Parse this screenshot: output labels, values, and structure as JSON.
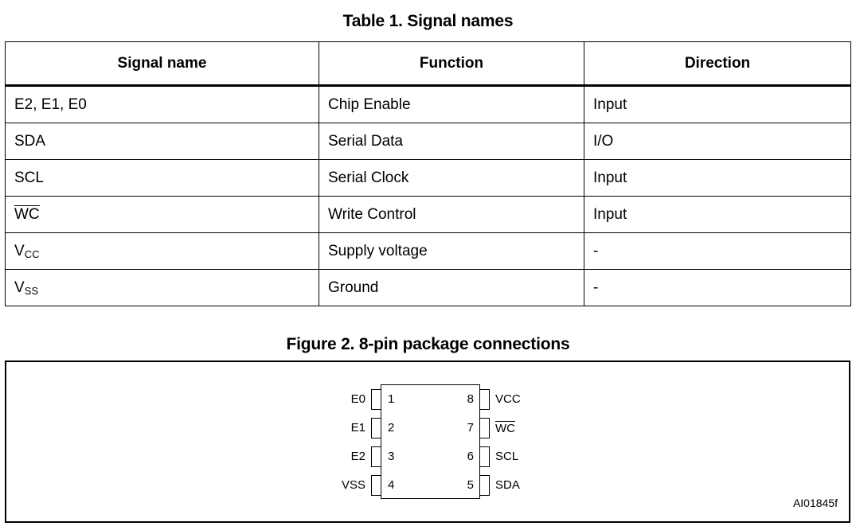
{
  "table": {
    "title": "Table 1. Signal names",
    "columns": [
      "Signal name",
      "Function",
      "Direction"
    ],
    "rows": [
      {
        "signal": "E2, E1, E0",
        "function": "Chip Enable",
        "direction": "Input"
      },
      {
        "signal": "SDA",
        "function": "Serial Data",
        "direction": "I/O"
      },
      {
        "signal": "SCL",
        "function": "Serial Clock",
        "direction": "Input"
      },
      {
        "signal": "WC",
        "function": "Write Control",
        "direction": "Input",
        "overline": true
      },
      {
        "signal": "V",
        "subscript": "CC",
        "function": "Supply voltage",
        "direction": "-"
      },
      {
        "signal": "V",
        "subscript": "SS",
        "function": "Ground",
        "direction": "-"
      }
    ]
  },
  "figure": {
    "title": "Figure 2. 8-pin package connections",
    "id": "AI01845f",
    "pins_left": [
      {
        "number": "1",
        "label": "E0"
      },
      {
        "number": "2",
        "label": "E1"
      },
      {
        "number": "3",
        "label": "E2"
      },
      {
        "number": "4",
        "label": "VSS"
      }
    ],
    "pins_right": [
      {
        "number": "8",
        "label": "VCC"
      },
      {
        "number": "7",
        "label": "WC",
        "overline": true
      },
      {
        "number": "6",
        "label": "SCL"
      },
      {
        "number": "5",
        "label": "SDA"
      }
    ]
  }
}
